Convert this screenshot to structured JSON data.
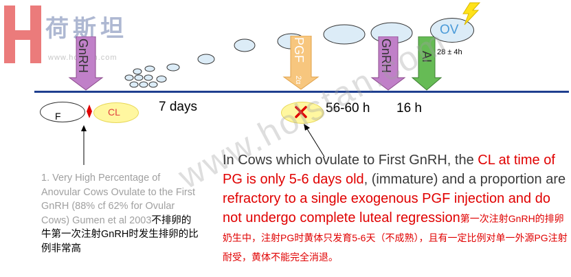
{
  "logo": {
    "brand_cn": "荷斯坦",
    "url": "www.holstan.com"
  },
  "watermark": "www.holstan.com",
  "timeline": {
    "labels": {
      "gnrh_1": "GnRH",
      "pgf": "PGF",
      "pgf_sub": "2α",
      "gnrh_2": "GnRH",
      "ai": "AI",
      "ov": "OV",
      "ov_time": "28 ± 4h",
      "follicle": "F",
      "cl": "CL",
      "days7": "7 days",
      "h56_60": "56-60 h",
      "h16": "16 h"
    }
  },
  "annotation_left": {
    "en": "1. Very High Percentage of Anovular Cows Ovulate to the First GnRH (88% cf 62% for Ovular Cows) Gumen et al 2003",
    "cn": "不排卵的牛第一次注射GnRH时发生排卵的比例非常高"
  },
  "main_text": {
    "part1": "In Cows which ovulate to First GnRH, the ",
    "red1": "CL at time of PG is only 5-6 days old",
    "part2": ", (immature) and a proportion are ",
    "red2": "refractory to a single exogenous PGF injection and do not undergo complete luteal regression",
    "cn": "第一次注射GnRH的排卵奶生中，注射PG时黄体只发育5-6天（不成熟），且有一定比例对单一外源PG注射耐受，黄体不能完全消退。"
  },
  "colors": {
    "timeline": "#1f3f8f",
    "gnrh_arrow": "#c080c8",
    "pgf_arrow": "#f7c67e",
    "ai_arrow": "#66bb55",
    "cl_fill": "#fff7a0",
    "red_text": "#e00000"
  }
}
